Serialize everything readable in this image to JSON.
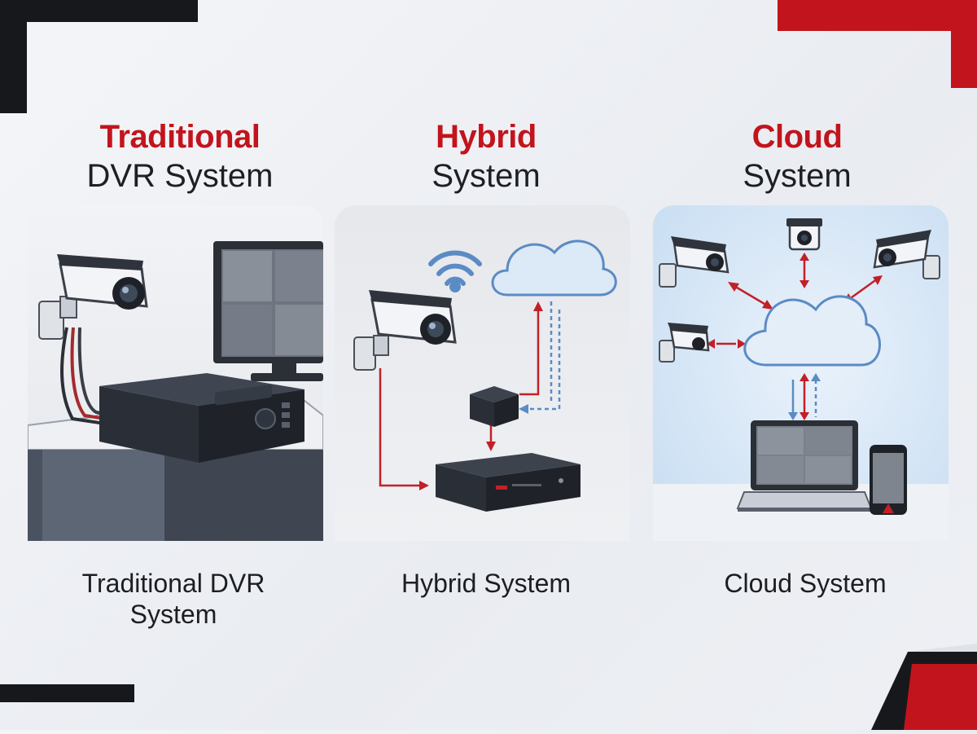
{
  "colors": {
    "accent": "#c2141c",
    "dark": "#1a1b1f",
    "wire_red": "#c22028",
    "wire_blue": "#5b8bc4"
  },
  "columns": [
    {
      "title_accent": "Traditional",
      "title_main": "DVR System",
      "caption": "Traditional DVR\nSystem",
      "icons": [
        "security-camera-icon",
        "monitor-icon",
        "dvr-recorder-icon",
        "desk-icon"
      ]
    },
    {
      "title_accent": "Hybrid",
      "title_main": "System",
      "caption": "Hybrid System",
      "icons": [
        "wifi-icon",
        "cloud-icon",
        "security-camera-icon",
        "hub-box-icon",
        "nvr-recorder-icon"
      ]
    },
    {
      "title_accent": "Cloud",
      "title_main": "System",
      "caption": "Cloud System",
      "icons": [
        "cloud-icon",
        "security-camera-icon",
        "laptop-icon",
        "smartphone-icon"
      ]
    }
  ]
}
